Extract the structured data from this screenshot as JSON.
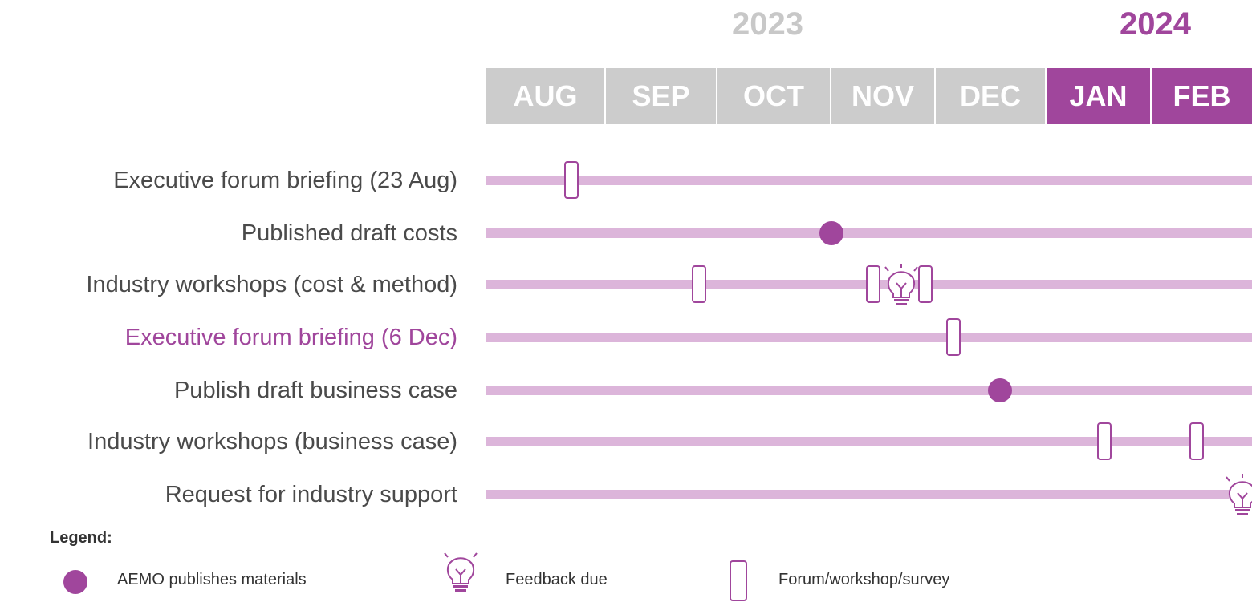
{
  "years": [
    {
      "label": "2023",
      "color": "#c8c8c8"
    },
    {
      "label": "2024",
      "color": "#a0469c"
    }
  ],
  "months": [
    {
      "label": "AUG",
      "color": "#cccccc"
    },
    {
      "label": "SEP",
      "color": "#cccccc"
    },
    {
      "label": "OCT",
      "color": "#cccccc"
    },
    {
      "label": "NOV",
      "color": "#cccccc"
    },
    {
      "label": "DEC",
      "color": "#cccccc"
    },
    {
      "label": "JAN",
      "color": "#a0469c"
    },
    {
      "label": "FEB",
      "color": "#a0469c"
    }
  ],
  "rows": [
    {
      "label": "Executive forum briefing (23 Aug)",
      "highlight": false,
      "events": [
        {
          "type": "forum-workshop-survey",
          "date": "2023-08-23"
        }
      ]
    },
    {
      "label": "Published draft costs",
      "highlight": false,
      "events": [
        {
          "type": "aemo-publishes",
          "date": "2023-11-01"
        }
      ]
    },
    {
      "label": "Industry workshops (cost & method)",
      "highlight": false,
      "events": [
        {
          "type": "forum-workshop-survey",
          "date": "2023-09-26"
        },
        {
          "type": "forum-workshop-survey",
          "date": "2023-11-13"
        },
        {
          "type": "feedback-due",
          "date": "2023-11-21"
        },
        {
          "type": "forum-workshop-survey",
          "date": "2023-11-28"
        }
      ]
    },
    {
      "label": "Executive forum briefing (6 Dec)",
      "highlight": true,
      "events": [
        {
          "type": "forum-workshop-survey",
          "date": "2023-12-06"
        }
      ]
    },
    {
      "label": "Publish draft business case",
      "highlight": false,
      "events": [
        {
          "type": "aemo-publishes",
          "date": "2023-12-19"
        }
      ]
    },
    {
      "label": "Industry workshops (business case)",
      "highlight": false,
      "events": [
        {
          "type": "forum-workshop-survey",
          "date": "2024-01-18"
        },
        {
          "type": "forum-workshop-survey",
          "date": "2024-02-14"
        }
      ]
    },
    {
      "label": "Request for industry support",
      "highlight": false,
      "events": [
        {
          "type": "feedback-due",
          "date": "2024-02-28"
        }
      ]
    }
  ],
  "legend": {
    "title": "Legend:",
    "items": [
      {
        "label": "AEMO publishes materials",
        "icon": "filled-circle-icon"
      },
      {
        "label": "Feedback due",
        "icon": "lightbulb-icon"
      },
      {
        "label": "Forum/workshop/survey",
        "icon": "rounded-rect-icon"
      }
    ]
  },
  "colors": {
    "accent": "#a0469c",
    "track": "#dcb5da",
    "month_past": "#cccccc",
    "text": "#4a4a4a"
  }
}
